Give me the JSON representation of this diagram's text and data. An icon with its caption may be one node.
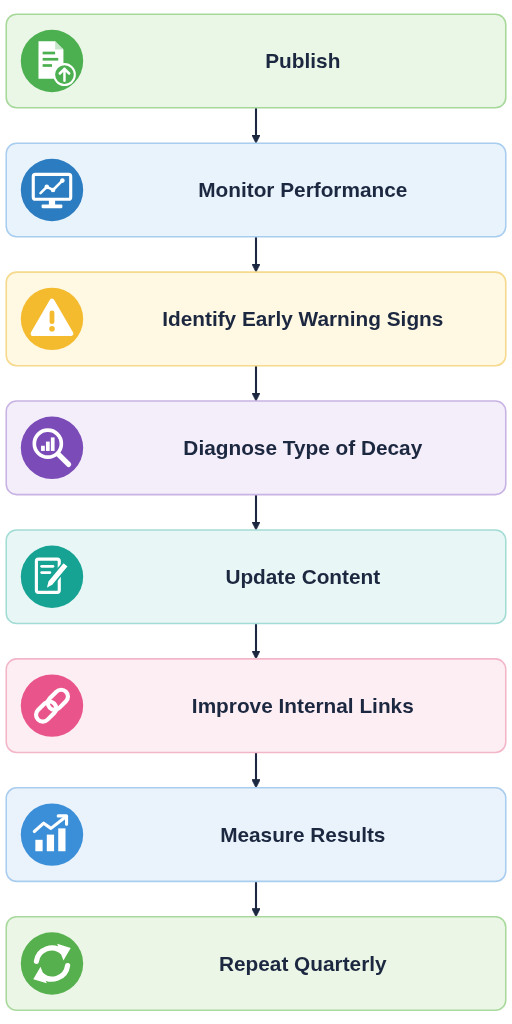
{
  "diagram": {
    "nodes": [
      {
        "text": [
          "Publish"
        ]
      },
      {
        "text": [
          "Monitor Performance"
        ]
      },
      {
        "text": [
          "Identify Early Warning Signs"
        ]
      },
      {
        "text": [
          "Diagnose Type of Decay"
        ]
      },
      {
        "text": [
          "Update Content"
        ]
      },
      {
        "text": [
          "Improve Internal Links"
        ]
      },
      {
        "text": [
          "Measure Results"
        ]
      },
      {
        "text": [
          "Repeat Quarterly"
        ]
      }
    ],
    "edges": [
      {
        "from": 0,
        "to": 1,
        "arrow": "to"
      },
      {
        "from": 1,
        "to": 2,
        "arrow": "to"
      },
      {
        "from": 2,
        "to": 3,
        "arrow": "to"
      },
      {
        "from": 3,
        "to": 4,
        "arrow": "to"
      },
      {
        "from": 4,
        "to": 5,
        "arrow": "to"
      },
      {
        "from": 5,
        "to": 6,
        "arrow": "to"
      },
      {
        "from": 6,
        "to": 7,
        "arrow": "to"
      }
    ]
  }
}
